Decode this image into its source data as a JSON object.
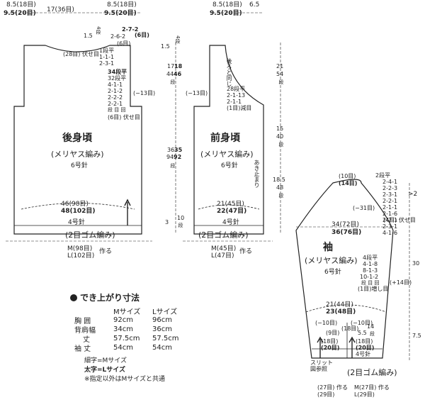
{
  "top_dims": {
    "back_shoulder_m": "8.5(18目)",
    "back_shoulder_l": "9.5(20目)",
    "back_neck": "17(36目)",
    "back_shoulder_m2": "8.5(18目)",
    "back_shoulder_l2": "9.5(20目)",
    "front_shoulder_m": "8.5(18目)",
    "front_shoulder_l": "9.5(20目)",
    "front_neck": "6.5"
  },
  "back": {
    "title": "後身頃",
    "stitch": "(メリヤス編み)",
    "needle": "6号針",
    "neck_depth": "1.5",
    "neck_rows": "4段",
    "neck_dec_a": "2-7-2",
    "neck_dec_a2": "(6目)",
    "neck_dec_b": "2-6-2",
    "neck_dec_b2": "(6目)",
    "center_bindoff": "(28目) 伏せ目",
    "center_dec": [
      "1段平",
      "1-1-1",
      "2-3-1"
    ],
    "arm_dec": [
      "34段平",
      "32段平",
      "4-1-1",
      "2-1-2",
      "2-2-2",
      "2-2-1",
      "段 目 回"
    ],
    "arm_total": "(−13目)",
    "arm_bindoff": "(6目) 伏せ目",
    "width_m": "46(98目)",
    "width_l": "48(102目)",
    "rib_needle": "4号針",
    "rib": "(2目ゴム編み)",
    "cast_m": "M(98目)",
    "cast_l": "L(102目)",
    "cast_suffix": "作る"
  },
  "left_dims": {
    "top_val": "1.5",
    "top_rows": "4段",
    "arm_m": "17",
    "arm_l": "18",
    "arm_rows_m": "44",
    "arm_rows_l": "46",
    "arm_unit": "段",
    "body_m": "36",
    "body_l": "35",
    "body_rows_m": "94",
    "body_rows_l": "92",
    "body_unit": "段",
    "rib_val": "3",
    "rib_rows": "10",
    "rib_unit": "段"
  },
  "front": {
    "title": "前身頃",
    "stitch": "(メリヤス編み)",
    "needle": "6号針",
    "neck_note": "後ろと同じ",
    "arm_total": "(−13目)",
    "neck_dec": [
      "28段平",
      "2-1-13",
      "2-1-1",
      "(1目)減目"
    ],
    "slit_note": "あき止まり",
    "width_m": "21(45目)",
    "width_l": "22(47目)",
    "rib_needle": "4号針",
    "rib": "(2目ゴム編み)",
    "cast_m": "M(45目)",
    "cast_l": "L(47目)",
    "cast_suffix": "作る"
  },
  "right_dims": {
    "neck_m": "21",
    "neck_rows": "54",
    "neck_unit": "段",
    "mid_m": "15",
    "mid_rows": "40",
    "mid_unit": "段",
    "low_m": "18.5",
    "low_rows": "48",
    "low_unit": "段"
  },
  "sleeve": {
    "title": "袖",
    "stitch": "(メリヤス編み)",
    "needle": "6号針",
    "top_m": "(10目)",
    "top_l": "(14目)",
    "cap_dec": [
      "2段平",
      "2-4-1",
      "2-2-3",
      "2-3-1",
      "2-2-1",
      "2-1-1",
      "2-1-6",
      "2-2-1",
      "2-3-1",
      "4-1-6"
    ],
    "cap_bracket": ">2",
    "cap_total": "(−31目)",
    "cap_bindoff": "(4目) 伏せ目",
    "width_m": "34(72目)",
    "width_l": "36(76目)",
    "inc": [
      "4段平",
      "4-1-8",
      "8-1-3",
      "10-1-2",
      "段 目 回",
      "(1目)増し目"
    ],
    "inc_total": "(+14目)",
    "cuff_m": "21(44目)",
    "cuff_l": "23(48目)",
    "cuff_dec": "(−10目)",
    "cuff_dec2": "(−10目)",
    "cuff_inner": "(9目)",
    "cuff_inner2": "(18目)",
    "slit_a": "(18目)",
    "slit_a2": "(20目)",
    "slit_b": "(18目)",
    "slit_b2": "(20目)",
    "side_a": "14",
    "side_b": "5.5",
    "side_c": "段",
    "slit_note": "スリット",
    "slit_ref": "図参照",
    "rib_needle": "4号針",
    "rib": "(2目ゴム編み)",
    "cast_m": "(27目) 作る",
    "cast_l": "(29目)",
    "cast_m2": "M(27目) 作る",
    "cast_l2": "L(29目)",
    "side_dims_a": "30",
    "side_dims_b": "7.5"
  },
  "sizes": {
    "heading": "でき上がり寸法",
    "col_m": "Mサイズ",
    "col_l": "Lサイズ",
    "rows": [
      [
        "胸 囲",
        "92cm",
        "96cm"
      ],
      [
        "背肩幅",
        "34cm",
        "36cm"
      ],
      [
        "丈",
        "57.5cm",
        "57.5cm"
      ],
      [
        "袖 丈",
        "54cm",
        "54cm"
      ]
    ],
    "notes": [
      "細字=Mサイズ",
      "太字=Lサイズ",
      "※指定以外はMサイズと共通"
    ]
  }
}
